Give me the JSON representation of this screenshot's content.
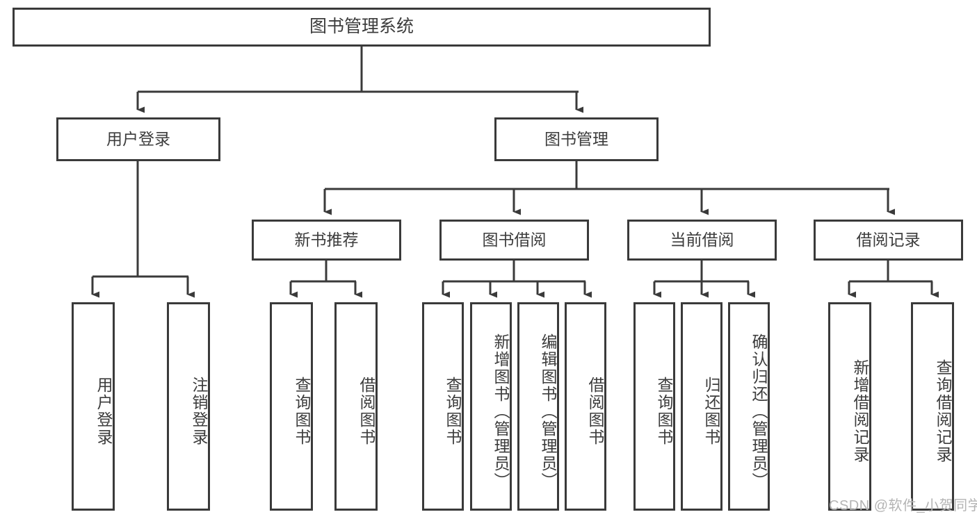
{
  "diagram": {
    "type": "tree",
    "title": "图书管理系统",
    "orientation": "top-down",
    "colors": {
      "box_border": "#3a3a3a",
      "box_fill": "#ffffff",
      "text": "#3c3c3c",
      "connector": "#3a3a3a",
      "watermark": "#b4b4b4"
    }
  },
  "watermark": {
    "text": "CSDN @软件_小贺同学"
  },
  "nodes": {
    "root": {
      "label": "图书管理系统"
    },
    "level2": [
      {
        "id": "user-login",
        "label": "用户登录"
      },
      {
        "id": "book-management",
        "label": "图书管理"
      }
    ],
    "level3": [
      {
        "id": "new-book-recommend",
        "label": "新书推荐"
      },
      {
        "id": "book-borrow",
        "label": "图书借阅"
      },
      {
        "id": "current-borrow",
        "label": "当前借阅"
      },
      {
        "id": "borrow-record",
        "label": "借阅记录"
      }
    ],
    "leaves": {
      "user-login": [
        {
          "id": "leaf-user-login",
          "label": "用户登录"
        },
        {
          "id": "leaf-logout",
          "label": "注销登录"
        }
      ],
      "new-book-recommend": [
        {
          "id": "leaf-query-book-1",
          "label": "查询图书"
        },
        {
          "id": "leaf-borrow-book-1",
          "label": "借阅图书"
        }
      ],
      "book-borrow": [
        {
          "id": "leaf-query-book-2",
          "label": "查询图书"
        },
        {
          "id": "leaf-add-book",
          "label": "新增图书（管理员）"
        },
        {
          "id": "leaf-edit-book",
          "label": "编辑图书（管理员）"
        },
        {
          "id": "leaf-borrow-book-2",
          "label": "借阅图书"
        }
      ],
      "current-borrow": [
        {
          "id": "leaf-query-book-3",
          "label": "查询图书"
        },
        {
          "id": "leaf-return-book",
          "label": "归还图书"
        },
        {
          "id": "leaf-confirm-return",
          "label": "确认归还（管理员）"
        }
      ],
      "borrow-record": [
        {
          "id": "leaf-add-record",
          "label": "新增借阅记录"
        },
        {
          "id": "leaf-query-record",
          "label": "查询借阅记录"
        }
      ]
    }
  }
}
